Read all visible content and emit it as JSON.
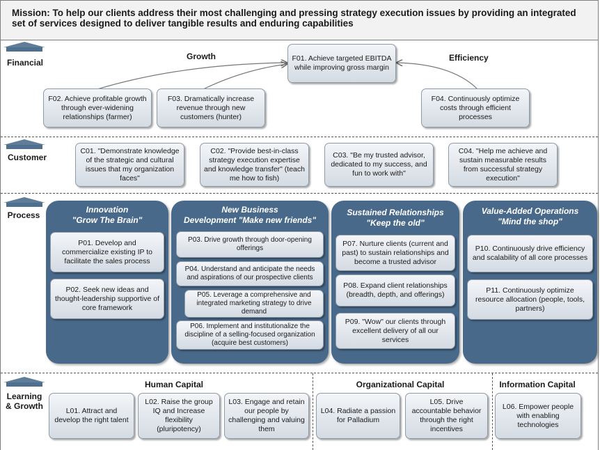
{
  "mission": "Mission:  To help our clients address their most challenging and pressing strategy execution issues by providing an integrated set of services designed to deliver tangible results and enduring capabilities",
  "perspectives": {
    "financial": "Financial",
    "customer": "Customer",
    "process": "Process",
    "learning_line1": "Learning",
    "learning_line2": "& Growth"
  },
  "financial": {
    "growth_label": "Growth",
    "efficiency_label": "Efficiency",
    "f01": "F01. Achieve targeted EBITDA while improving gross margin",
    "f02": "F02. Achieve profitable growth through ever-widening relationships (farmer)",
    "f03": "F03. Dramatically increase revenue through new customers (hunter)",
    "f04": "F04. Continuously optimize costs through efficient processes"
  },
  "customer": {
    "c01": "C01. \"Demonstrate knowledge of the strategic and cultural issues that my organization faces\"",
    "c02": "C02. \"Provide best-in-class strategy execution expertise and knowledge transfer\" (teach me how to fish)",
    "c03": "C03. \"Be my trusted advisor, dedicated to my success, and fun to work with\"",
    "c04": "C04. \"Help me achieve and sustain measurable results from successful strategy execution\""
  },
  "process": {
    "innovation_title": "Innovation",
    "innovation_subtitle": "\"Grow The Brain\"",
    "nbd_title": "New Business",
    "nbd_subtitle": "Development \"Make new friends\"",
    "sr_title": "Sustained Relationships",
    "sr_subtitle": "\"Keep the old\"",
    "vao_title": "Value-Added Operations",
    "vao_subtitle": "\"Mind the shop\"",
    "p01": "P01. Develop and commercialize existing IP to facilitate the sales process",
    "p02": "P02. Seek new ideas and thought-leadership supportive of core framework",
    "p03": "P03. Drive growth through door-opening offerings",
    "p04": "P04. Understand and anticipate the needs and aspirations of our prospective clients",
    "p05": "P05. Leverage a comprehensive and integrated marketing strategy to drive demand",
    "p06": "P06. Implement and institutionalize the discipline of a selling-focused organization (acquire best customers)",
    "p07": "P07. Nurture clients (current and past) to sustain relationships and become a trusted advisor",
    "p08": "P08. Expand client relationships (breadth, depth, and offerings)",
    "p09": "P09. \"Wow\" our clients through excellent delivery of all our services",
    "p10": "P10. Continuously drive efficiency and scalability of all core processes",
    "p11": "P11. Continuously optimize resource allocation (people, tools, partners)"
  },
  "learning": {
    "human_capital": "Human Capital",
    "org_capital": "Organizational Capital",
    "info_capital": "Information Capital",
    "l01": "L01. Attract and develop the right talent",
    "l02": "L02. Raise the group IQ and Increase flexibility (pluripotency)",
    "l03": "L03. Engage and retain our people by challenging and valuing them",
    "l04": "L04. Radiate a passion for Palladium",
    "l05": "L05. Drive accountable behavior through the right incentives",
    "l06": "L06. Empower people with enabling technologies"
  },
  "colors": {
    "panel": "#49698a",
    "box_top": "#f3f5f8",
    "box_bottom": "#d4dbe3",
    "arrow": "#4f6f8e"
  }
}
